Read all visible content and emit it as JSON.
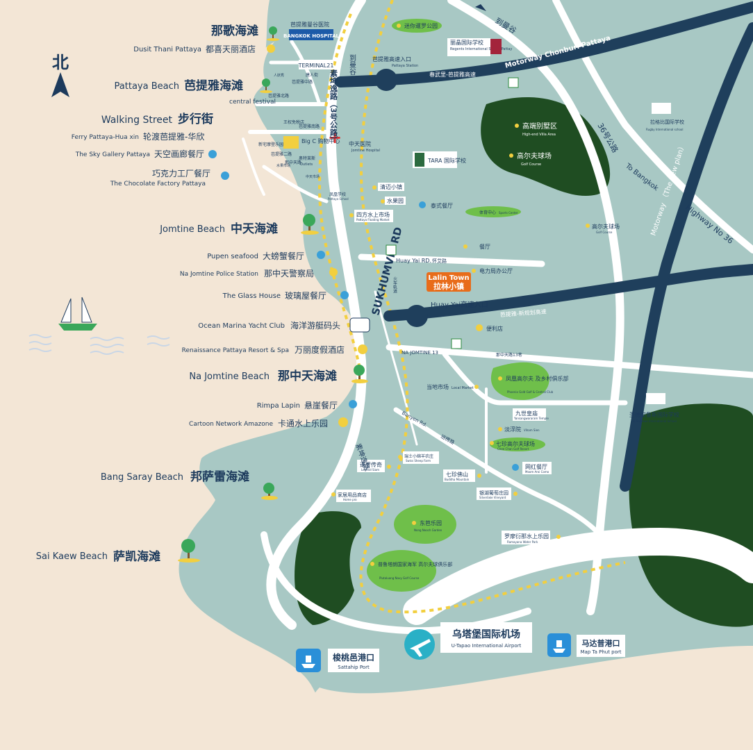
{
  "colors": {
    "land": "#a8c8c4",
    "sea": "#f3e6d6",
    "road": "#ffffff",
    "highway": "#1f3f5c",
    "green": "#1f4d22",
    "greenLight": "#6fbf4a",
    "shore": "#f3e6d6",
    "railway": "#f2cf3f"
  },
  "compass": {
    "label": "北"
  },
  "beaches": [
    {
      "en": "",
      "cn": "那歌海滩"
    },
    {
      "en": "Pattaya Beach",
      "cn": "芭提雅海滩"
    },
    {
      "en": "Walking Street",
      "cn": "步行街"
    },
    {
      "en": "Jomtine Beach",
      "cn": "中天海滩"
    },
    {
      "en": "Na Jomtine Beach",
      "cn": "那中天海滩"
    },
    {
      "en": "Bang Saray Beach",
      "cn": "邦萨雷海滩"
    },
    {
      "en": "Sai Kaew Beach",
      "cn": "萨凯海滩"
    }
  ],
  "west_pois": [
    {
      "en": "Dusit Thani Pattaya",
      "cn": "都喜天丽酒店",
      "icon": "star-icon"
    },
    {
      "en": "Ferry Pattaya-Hua xin",
      "cn": "轮渡芭提雅-华欣",
      "icon": ""
    },
    {
      "en": "The Sky Gallery Pattaya",
      "cn": "天空画廊餐厅",
      "icon": "restaurant-icon"
    },
    {
      "en": "The Chocolate Factory Pattaya",
      "cn": "巧克力工厂餐厅",
      "icon": "restaurant-icon"
    },
    {
      "en": "Pupen seafood",
      "cn": "大螃蟹餐厅",
      "icon": "restaurant-icon"
    },
    {
      "en": "Na Jomtine Police Station",
      "cn": "那中天警察局",
      "icon": "star-icon"
    },
    {
      "en": "The Glass House",
      "cn": "玻璃屋餐厅",
      "icon": "restaurant-icon"
    },
    {
      "en": "Ocean Marina Yacht Club",
      "cn": "海洋游艇码头",
      "icon": "ship-icon"
    },
    {
      "en": "Renaissance Pattaya Resort & Spa",
      "cn": "万丽度假酒店",
      "icon": "star-icon"
    },
    {
      "en": "Rimpa Lapin",
      "cn": "悬崖餐厅",
      "icon": "restaurant-icon"
    },
    {
      "en": "Cartoon Network Amazone",
      "cn": "卡通水上乐园",
      "icon": "star-icon"
    }
  ],
  "city": {
    "hospital_bangkok_cn": "芭提雅曼谷医院",
    "hospital_bangkok_en": "BANGKOK HOSPITAL",
    "terminal": "TERMINAL21",
    "central": "central festival",
    "bigc": "Big C 购物中心",
    "jomtien_hospital": "中天医院",
    "jomtien_hospital_en": "Jomtine Hospital",
    "road_label_vertical": "素坤逸路（3号公路）",
    "to_bangkok_vertical": "到曼谷",
    "sukhumvit": "SUKHUMVIT RD",
    "streets": [
      "芭提雅北路",
      "芭提雅中路",
      "芭提雅南路",
      "芭提雅二路",
      "那中天路"
    ],
    "small_labels": [
      "人妖秀",
      "唐人街",
      "王权免税店",
      "奥特莱斯",
      "Outlets",
      "新宅摩登乐园",
      "水果市场",
      "中天市场",
      "凤凰学校",
      "Pattaya School"
    ]
  },
  "east_pois": [
    {
      "cn": "迷你暹罗公园",
      "en": ""
    },
    {
      "cn": "丽晶国际学校",
      "en": "Regents International School Pattay"
    },
    {
      "cn": "芭提雅高速入口",
      "en": "Pattaya Station"
    },
    {
      "cn": "春武里-芭提雅高速",
      "en": ""
    },
    {
      "cn": "TARA 国际学校",
      "en": ""
    },
    {
      "cn": "清迈小镇",
      "en": ""
    },
    {
      "cn": "水果园",
      "en": ""
    },
    {
      "cn": "泰式餐厅",
      "en": ""
    },
    {
      "cn": "四方水上市场",
      "en": "Pattaya Floating Market"
    },
    {
      "cn": "体育中心",
      "en": "Sports Center"
    },
    {
      "cn": "餐厅",
      "en": ""
    },
    {
      "cn": "电力局办公厅",
      "en": ""
    },
    {
      "cn": "便利店",
      "en": ""
    },
    {
      "cn": "当地市场",
      "en": "Local Market"
    },
    {
      "cn": "凤凰高尔夫 及乡村俱乐部",
      "en": "Phoenix Gold Golf & Central Club"
    },
    {
      "cn": "九世皇庙",
      "en": "Yansangwararam Temple"
    },
    {
      "cn": "淡浮院",
      "en": "Viham Sien"
    },
    {
      "cn": "七珍高尔夫球场",
      "en": "Chee Chan Golf Resort"
    },
    {
      "cn": "网红餐厅",
      "en": "Moom Aroi Como"
    },
    {
      "cn": "瑞士小绵羊农庄",
      "en": "Swiss Sheep Farm"
    },
    {
      "cn": "七珍佛山",
      "en": "Buddha Mountain"
    },
    {
      "cn": "银湖葡萄庄园",
      "en": "Silverlake Vineyard"
    },
    {
      "cn": "暹罗传奇",
      "en": "Legend Siam"
    },
    {
      "cn": "家居用品商店",
      "en": "Home pro"
    },
    {
      "cn": "东芭乐园",
      "en": "Nong Nooch Garden"
    },
    {
      "cn": "罗摩衍那水上乐园",
      "en": "Ramayana Water Park"
    },
    {
      "cn": "普鲁塔朗国家海军 高尔夫球俱乐部",
      "en": "Plutaluang Navy Golf Course"
    },
    {
      "cn": "高端别墅区",
      "en": "High-end Villa Area"
    },
    {
      "cn": "高尔夫球场",
      "en": "Golf Course"
    },
    {
      "cn": "高尔夫球场",
      "en": "Golf Course"
    },
    {
      "cn": "拉格比国际学校",
      "en": "Rugby International school"
    },
    {
      "cn": "圣德安鲁斯国际学校",
      "en": "St.Andrews International School"
    },
    {
      "cn": "Lalin Town",
      "en": "拉林小镇"
    }
  ],
  "roads": {
    "motorway_chonburi": "Motorway Chonburi Pattaya",
    "to_bangkok_cn": "到曼谷",
    "route36": "36号公路",
    "to_bangkok": "To Bangkok",
    "highway36": "Highway No 36",
    "motorway_new": "Motorway （The new plan）",
    "huay_yai_rd": "Huay Yai RD.",
    "huaiyan": "怀艾路",
    "huay_yai_entry": "Huay Yai高速入口",
    "pattaya_new_highway": "芭提雅-新规划高速",
    "na_jomtine": "NA JOMTINE 13",
    "na_jomtine_cn": "那中天路13巷",
    "banyen": "Banyen Rd.",
    "banyen_cn": "班楞路",
    "rail": "火车轨道",
    "sukhumvit_cn": "素坤逸路"
  },
  "bottom": {
    "airport_cn": "乌塔堡国际机场",
    "airport_en": "U-Tapao International Airport",
    "sattahip_cn": "梭桃邑港口",
    "sattahip_en": "Sattahip Port",
    "maptaphut_cn": "马达普港口",
    "maptaphut_en": "Map Ta Phut port"
  }
}
